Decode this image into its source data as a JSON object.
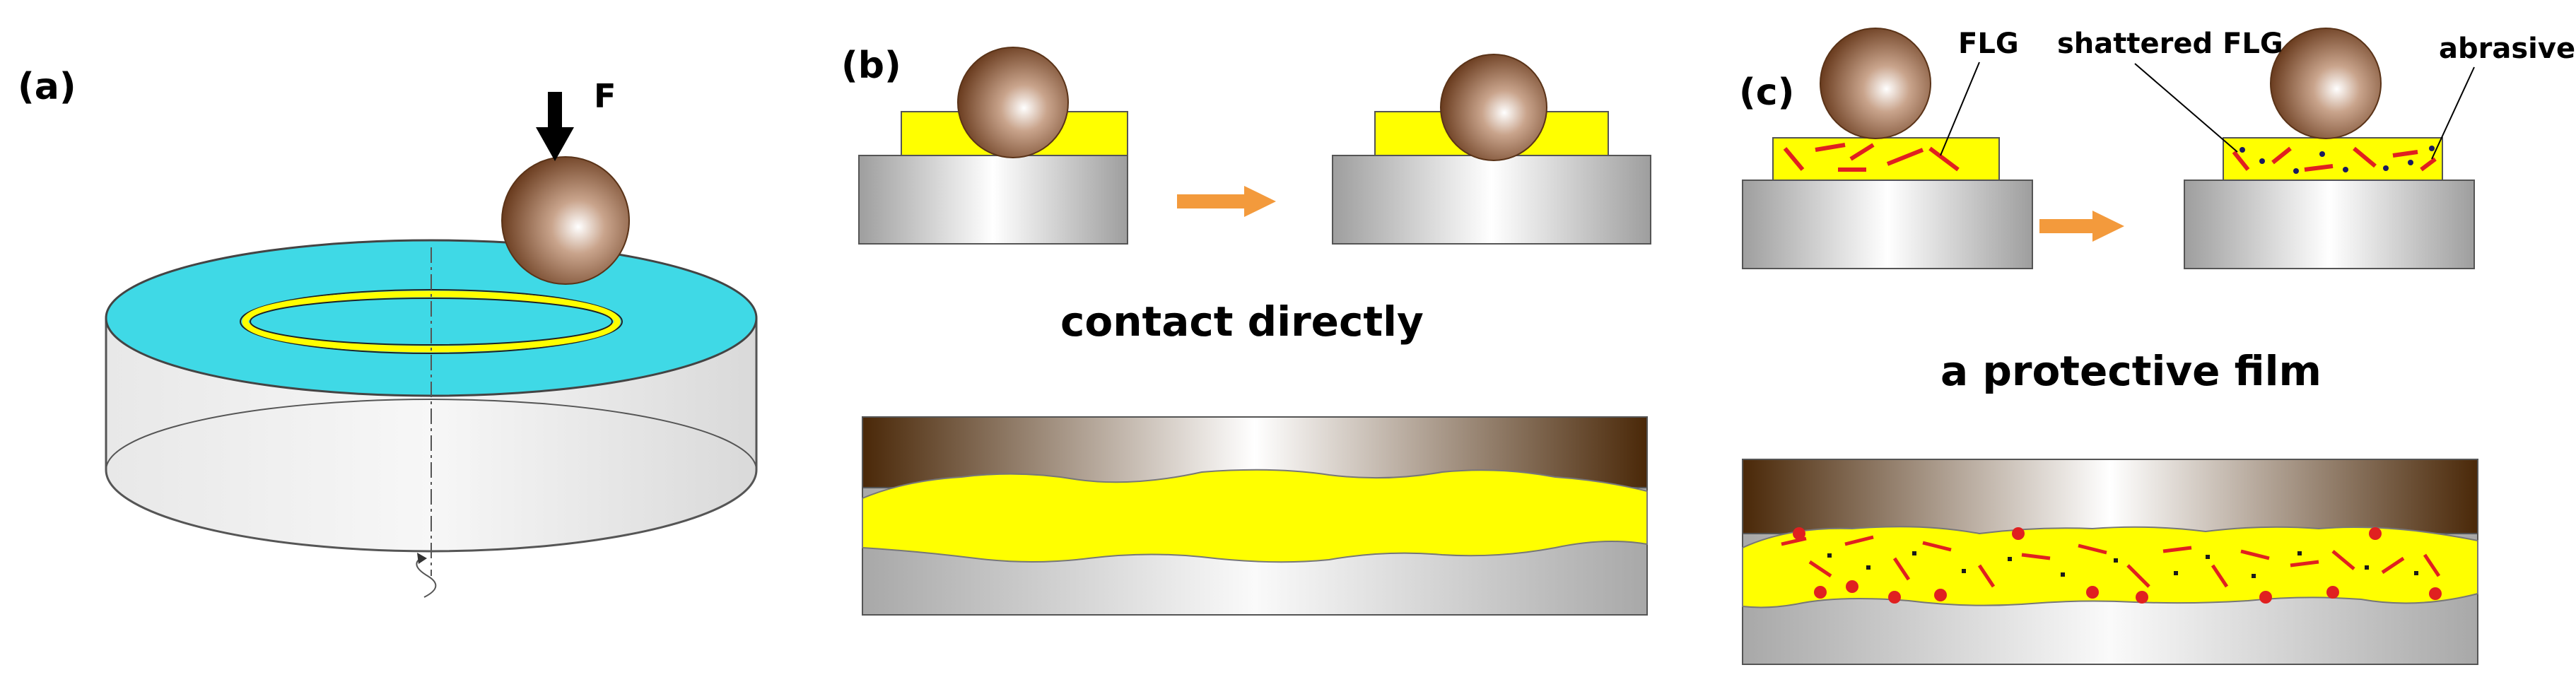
{
  "panels": {
    "a": {
      "label": "(a)",
      "force_label": "F"
    },
    "b": {
      "label": "(b)",
      "caption": "contact directly"
    },
    "c": {
      "label": "(c)",
      "caption": "a protective film",
      "callouts": {
        "flg": "FLG",
        "shattered": "shattered FLG",
        "abrasive": "abrasive"
      }
    }
  },
  "colors": {
    "ball": "#8b5a3c",
    "ball_highlight": "#ffffff",
    "disk_top": "#3fd9e6",
    "wear_track": "#ffff00",
    "film_yellow": "#ffff00",
    "substrate": "#bdbdbd",
    "counterface": "#4a2b10",
    "flg_red": "#e02020",
    "arrow_orange": "#f39a3c"
  },
  "icons": [
    "force-arrow-icon",
    "rotation-arrow-icon",
    "process-arrow-icon"
  ]
}
